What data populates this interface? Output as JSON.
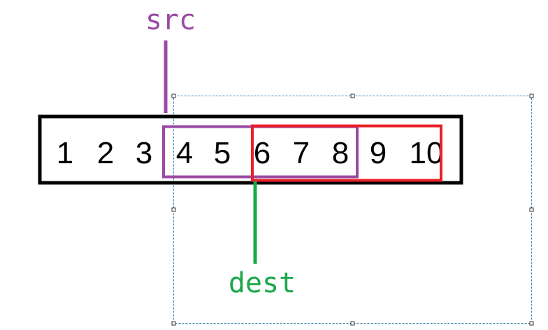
{
  "labels": {
    "src": "src",
    "dest": "dest"
  },
  "array": {
    "values": [
      "1",
      "2",
      "3",
      "4",
      "5",
      "6",
      "7",
      "8",
      "9",
      "10"
    ]
  },
  "colors": {
    "src": "#9b4aa3",
    "dest": "#1aa84a",
    "dest_box": "#e8202a",
    "outer_box": "#000000",
    "selection": "#3a86b8"
  }
}
